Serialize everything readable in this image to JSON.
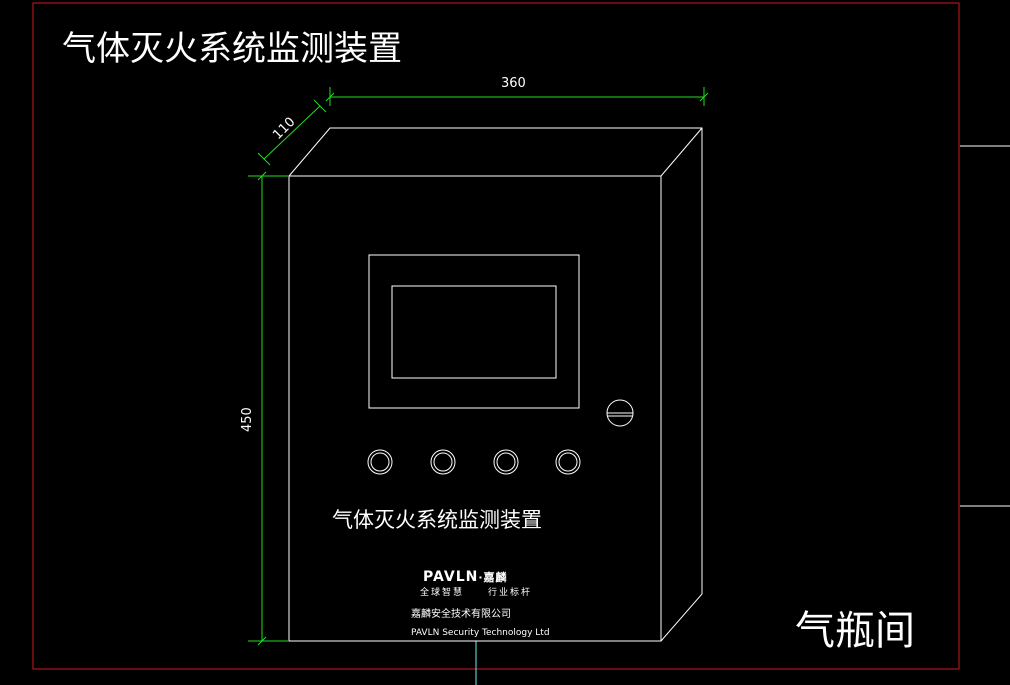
{
  "drawing": {
    "title": "气体灭火系统监测装置",
    "room_label": "气瓶间",
    "colors": {
      "background": "#000000",
      "frame": "#d41a1a",
      "lines": "#ffffff",
      "dimensions": "#22dd22"
    }
  },
  "dimensions": {
    "width": "360",
    "depth": "110",
    "height": "450"
  },
  "cabinet": {
    "panel_label": "气体灭火系统监测装置",
    "brand": "PAVLN",
    "brand_mark": "·嘉麟",
    "slogan_left": "全球智慧",
    "slogan_right": "行业标杆",
    "company_cn": "嘉麟安全技术有限公司",
    "company_en": "PAVLN Security Technology Ltd",
    "buttons": 4
  }
}
